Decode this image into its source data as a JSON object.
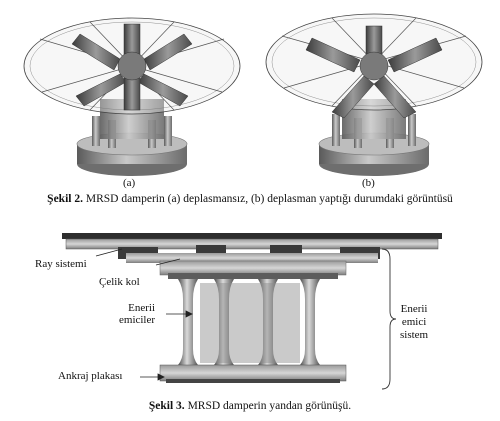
{
  "figure2": {
    "sub_a": "(a)",
    "sub_b": "(b)",
    "caption_label": "Şekil 2.",
    "caption_text": " MRSD damperin (a) deplasmansız, (b) deplasman yaptığı durumdaki görüntüsü"
  },
  "figure3": {
    "labels": {
      "rail": "Ray sistemi",
      "steel_arm": "Çelik kol",
      "absorbers_line1": "Enerii",
      "absorbers_line2": "emiciler",
      "anchor": "Ankraj plakası",
      "system_line1": "Enerii",
      "system_line2": "emici",
      "system_line3": "sistem"
    },
    "caption_label": "Şekil 3.",
    "caption_text": " MRSD damperin yandan görünüşü."
  },
  "colors": {
    "dark_metal": "#4a4a4a",
    "mid_metal": "#8c8c8c",
    "light_metal": "#c8c8c8",
    "frame_line": "#555555"
  }
}
